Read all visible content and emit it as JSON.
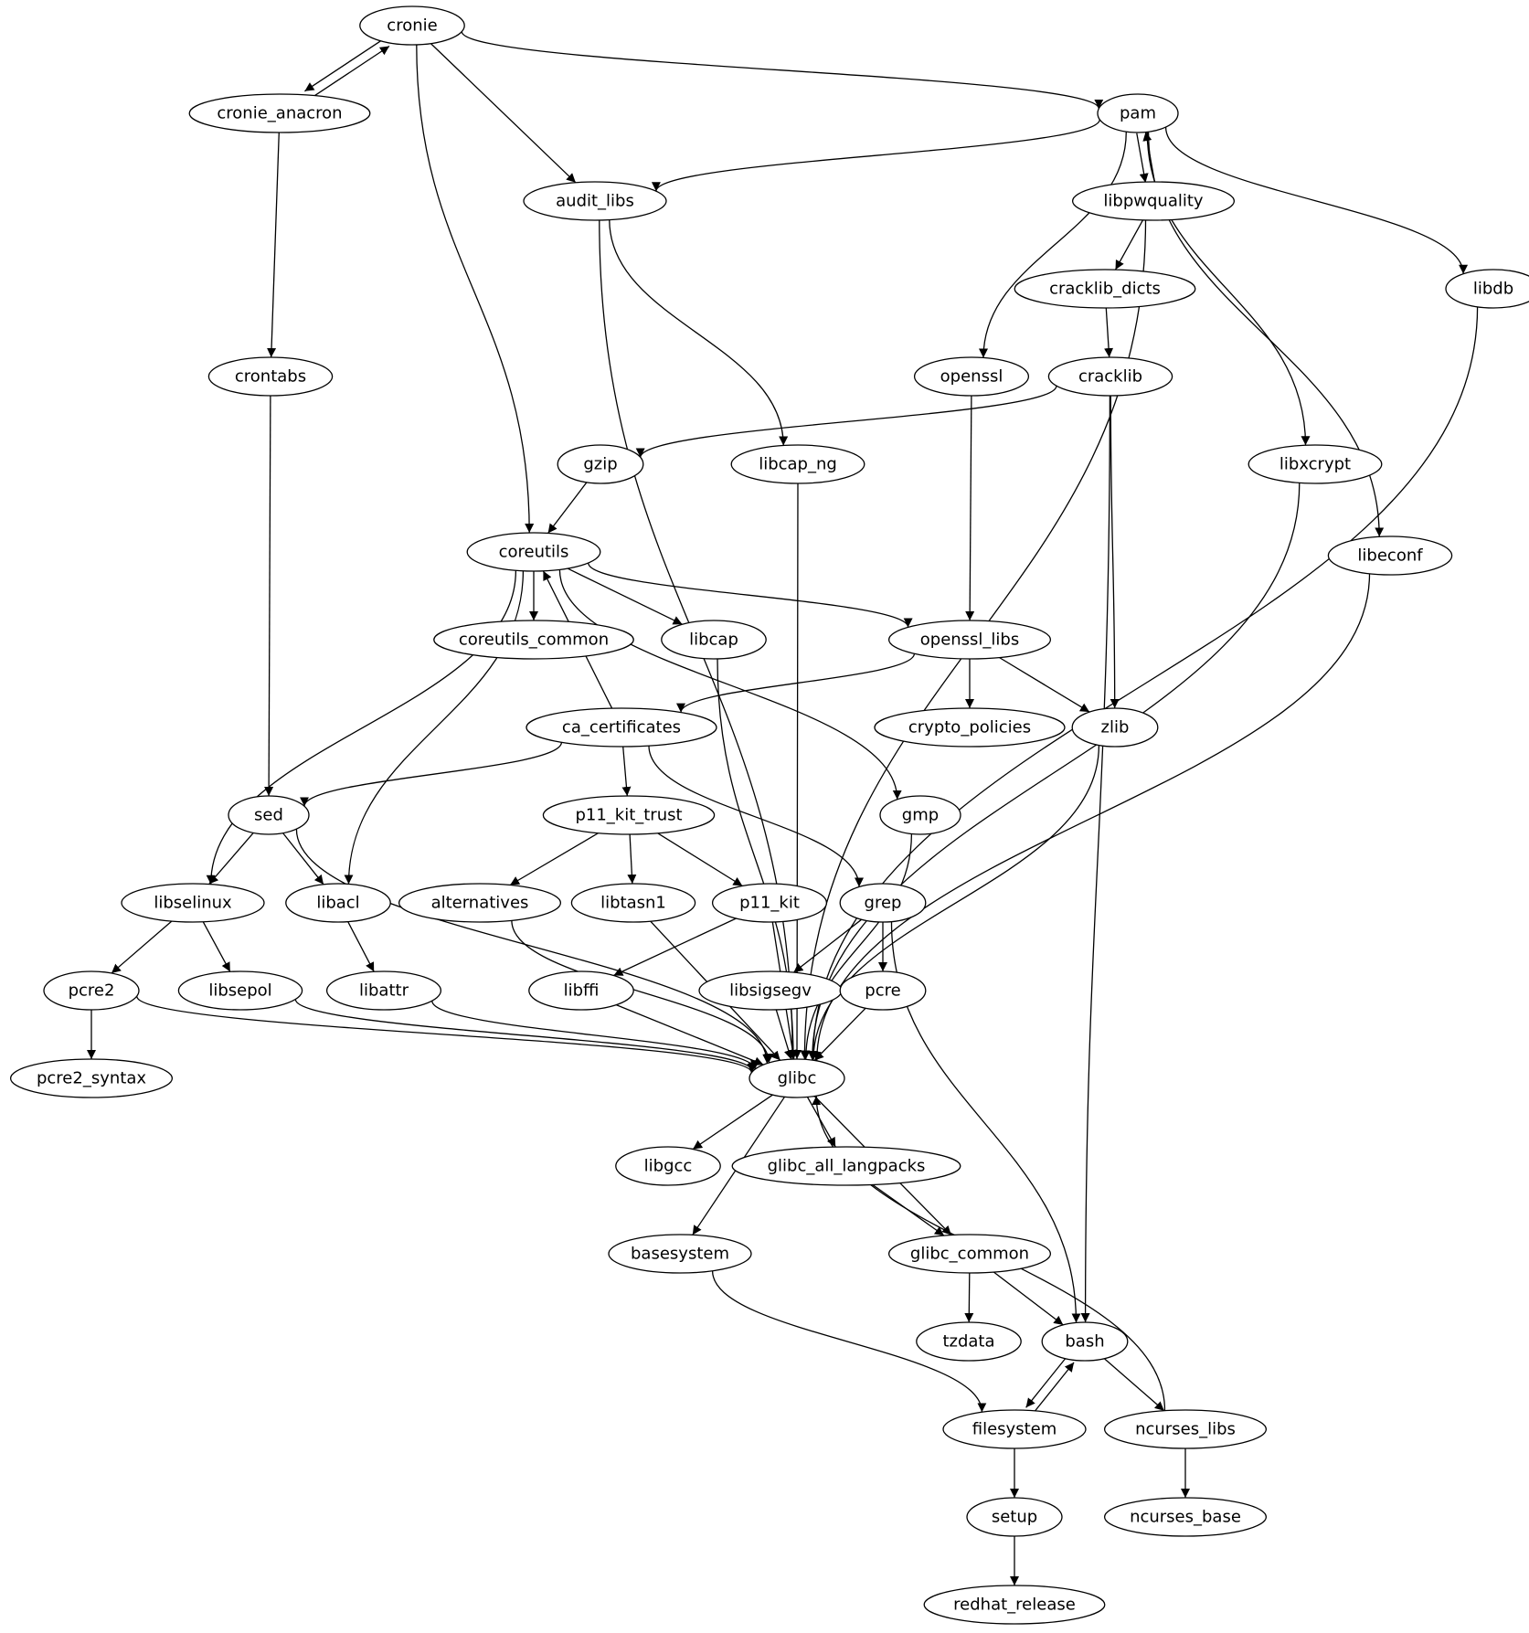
{
  "diagram": {
    "type": "dependency-graph",
    "nodes": [
      {
        "id": "cronie",
        "label": "cronie"
      },
      {
        "id": "cronie_anacron",
        "label": "cronie_anacron"
      },
      {
        "id": "pam",
        "label": "pam"
      },
      {
        "id": "audit_libs",
        "label": "audit_libs"
      },
      {
        "id": "libpwquality",
        "label": "libpwquality"
      },
      {
        "id": "cracklib_dicts",
        "label": "cracklib_dicts"
      },
      {
        "id": "libdb",
        "label": "libdb"
      },
      {
        "id": "crontabs",
        "label": "crontabs"
      },
      {
        "id": "openssl",
        "label": "openssl"
      },
      {
        "id": "cracklib",
        "label": "cracklib"
      },
      {
        "id": "gzip",
        "label": "gzip"
      },
      {
        "id": "libcap_ng",
        "label": "libcap_ng"
      },
      {
        "id": "libxcrypt",
        "label": "libxcrypt"
      },
      {
        "id": "coreutils",
        "label": "coreutils"
      },
      {
        "id": "libeconf",
        "label": "libeconf"
      },
      {
        "id": "coreutils_common",
        "label": "coreutils_common"
      },
      {
        "id": "libcap",
        "label": "libcap"
      },
      {
        "id": "openssl_libs",
        "label": "openssl_libs"
      },
      {
        "id": "ca_certificates",
        "label": "ca_certificates"
      },
      {
        "id": "crypto_policies",
        "label": "crypto_policies"
      },
      {
        "id": "zlib",
        "label": "zlib"
      },
      {
        "id": "sed",
        "label": "sed"
      },
      {
        "id": "p11_kit_trust",
        "label": "p11_kit_trust"
      },
      {
        "id": "gmp",
        "label": "gmp"
      },
      {
        "id": "libselinux",
        "label": "libselinux"
      },
      {
        "id": "libacl",
        "label": "libacl"
      },
      {
        "id": "alternatives",
        "label": "alternatives"
      },
      {
        "id": "libtasn1",
        "label": "libtasn1"
      },
      {
        "id": "p11_kit",
        "label": "p11_kit"
      },
      {
        "id": "grep",
        "label": "grep"
      },
      {
        "id": "pcre2",
        "label": "pcre2"
      },
      {
        "id": "libsepol",
        "label": "libsepol"
      },
      {
        "id": "libattr",
        "label": "libattr"
      },
      {
        "id": "libffi",
        "label": "libffi"
      },
      {
        "id": "libsigsegv",
        "label": "libsigsegv"
      },
      {
        "id": "pcre",
        "label": "pcre"
      },
      {
        "id": "glibc",
        "label": "glibc"
      },
      {
        "id": "pcre2_syntax",
        "label": "pcre2_syntax"
      },
      {
        "id": "libgcc",
        "label": "libgcc"
      },
      {
        "id": "glibc_all_langpacks",
        "label": "glibc_all_langpacks"
      },
      {
        "id": "basesystem",
        "label": "basesystem"
      },
      {
        "id": "glibc_common",
        "label": "glibc_common"
      },
      {
        "id": "tzdata",
        "label": "tzdata"
      },
      {
        "id": "bash",
        "label": "bash"
      },
      {
        "id": "filesystem",
        "label": "filesystem"
      },
      {
        "id": "ncurses_libs",
        "label": "ncurses_libs"
      },
      {
        "id": "setup",
        "label": "setup"
      },
      {
        "id": "ncurses_base",
        "label": "ncurses_base"
      },
      {
        "id": "redhat_release",
        "label": "redhat_release"
      }
    ],
    "edges": [
      [
        "cronie",
        "cronie_anacron"
      ],
      [
        "cronie_anacron",
        "cronie"
      ],
      [
        "cronie",
        "pam"
      ],
      [
        "cronie",
        "audit_libs"
      ],
      [
        "cronie",
        "coreutils"
      ],
      [
        "cronie_anacron",
        "crontabs"
      ],
      [
        "crontabs",
        "sed"
      ],
      [
        "pam",
        "audit_libs"
      ],
      [
        "pam",
        "libpwquality"
      ],
      [
        "libpwquality",
        "pam"
      ],
      [
        "pam",
        "openssl"
      ],
      [
        "pam",
        "libxcrypt"
      ],
      [
        "pam",
        "libeconf"
      ],
      [
        "pam",
        "libdb"
      ],
      [
        "audit_libs",
        "glibc"
      ],
      [
        "audit_libs",
        "libcap_ng"
      ],
      [
        "libpwquality",
        "cracklib_dicts"
      ],
      [
        "libpwquality",
        "glibc"
      ],
      [
        "cracklib_dicts",
        "cracklib"
      ],
      [
        "cracklib",
        "gzip"
      ],
      [
        "cracklib",
        "zlib"
      ],
      [
        "cracklib",
        "bash"
      ],
      [
        "openssl",
        "openssl_libs"
      ],
      [
        "gzip",
        "coreutils"
      ],
      [
        "libcap_ng",
        "glibc"
      ],
      [
        "libxcrypt",
        "glibc"
      ],
      [
        "libeconf",
        "glibc"
      ],
      [
        "libdb",
        "glibc"
      ],
      [
        "coreutils",
        "coreutils_common"
      ],
      [
        "coreutils",
        "libcap"
      ],
      [
        "coreutils",
        "openssl_libs"
      ],
      [
        "coreutils",
        "gmp"
      ],
      [
        "coreutils",
        "libselinux"
      ],
      [
        "coreutils",
        "libacl"
      ],
      [
        "ca_certificates",
        "coreutils"
      ],
      [
        "libcap",
        "glibc"
      ],
      [
        "openssl_libs",
        "ca_certificates"
      ],
      [
        "openssl_libs",
        "crypto_policies"
      ],
      [
        "openssl_libs",
        "zlib"
      ],
      [
        "zlib",
        "glibc"
      ],
      [
        "ca_certificates",
        "sed"
      ],
      [
        "ca_certificates",
        "p11_kit_trust"
      ],
      [
        "ca_certificates",
        "grep"
      ],
      [
        "gmp",
        "glibc"
      ],
      [
        "sed",
        "libselinux"
      ],
      [
        "sed",
        "libacl"
      ],
      [
        "sed",
        "glibc"
      ],
      [
        "p11_kit_trust",
        "alternatives"
      ],
      [
        "p11_kit_trust",
        "libtasn1"
      ],
      [
        "p11_kit_trust",
        "p11_kit"
      ],
      [
        "libselinux",
        "pcre2"
      ],
      [
        "libselinux",
        "libsepol"
      ],
      [
        "libacl",
        "libattr"
      ],
      [
        "alternatives",
        "glibc"
      ],
      [
        "libtasn1",
        "glibc"
      ],
      [
        "p11_kit",
        "libffi"
      ],
      [
        "p11_kit",
        "glibc"
      ],
      [
        "grep",
        "libsigsegv"
      ],
      [
        "grep",
        "pcre"
      ],
      [
        "grep",
        "bash"
      ],
      [
        "pcre2",
        "pcre2_syntax"
      ],
      [
        "pcre2",
        "glibc"
      ],
      [
        "libsepol",
        "glibc"
      ],
      [
        "libattr",
        "glibc"
      ],
      [
        "libffi",
        "glibc"
      ],
      [
        "libsigsegv",
        "glibc"
      ],
      [
        "pcre",
        "glibc"
      ],
      [
        "glibc",
        "libgcc"
      ],
      [
        "glibc",
        "glibc_all_langpacks"
      ],
      [
        "glibc",
        "basesystem"
      ],
      [
        "glibc",
        "glibc_common"
      ],
      [
        "glibc_all_langpacks",
        "glibc_common"
      ],
      [
        "basesystem",
        "filesystem"
      ],
      [
        "glibc_common",
        "tzdata"
      ],
      [
        "glibc_common",
        "bash"
      ],
      [
        "bash",
        "filesystem"
      ],
      [
        "filesystem",
        "bash"
      ],
      [
        "bash",
        "ncurses_libs"
      ],
      [
        "ncurses_libs",
        "glibc"
      ],
      [
        "ncurses_libs",
        "ncurses_base"
      ],
      [
        "filesystem",
        "setup"
      ],
      [
        "setup",
        "redhat_release"
      ]
    ]
  }
}
